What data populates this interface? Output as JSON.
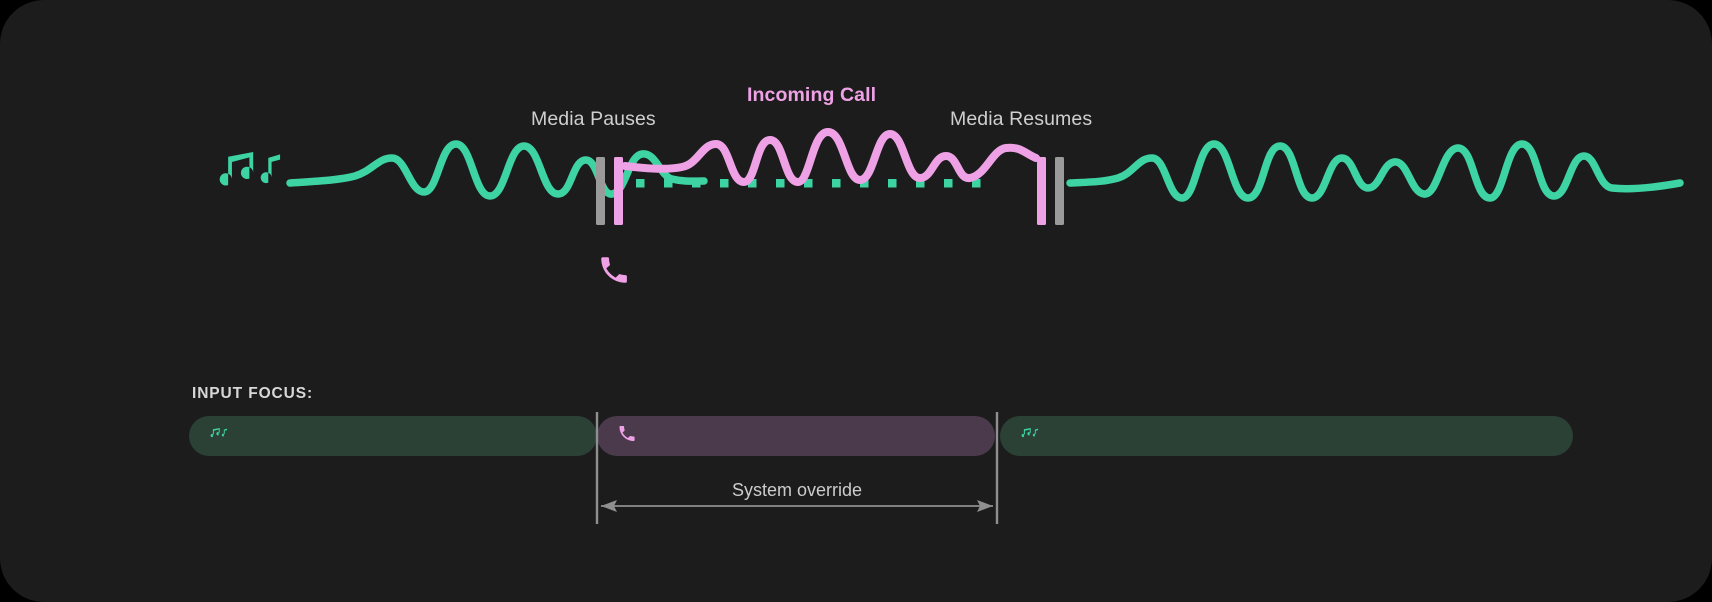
{
  "theme": {
    "background": "#000000",
    "panel": "#1c1c1c",
    "media_accent": "#3ed3a3",
    "call_accent": "#efa1e6",
    "marker_gray": "#9a9a9a",
    "bar_media_bg": "#2b4136",
    "bar_call_bg": "#4a3a4c",
    "label_text": "#cfcfcf"
  },
  "timeline": {
    "labels": {
      "media_pauses": "Media Pauses",
      "incoming_call": "Incoming Call",
      "media_resumes": "Media Resumes"
    },
    "icons": {
      "music": "music-notes-icon",
      "phone": "phone-icon"
    },
    "segments": [
      {
        "name": "media-playing-before",
        "type": "media",
        "state": "playing"
      },
      {
        "name": "media-paused-during-call",
        "type": "media",
        "state": "paused"
      },
      {
        "name": "call-audio",
        "type": "call",
        "state": "active"
      },
      {
        "name": "media-playing-after",
        "type": "media",
        "state": "playing"
      }
    ]
  },
  "input_focus": {
    "heading": "INPUT FOCUS:",
    "bars": [
      {
        "name": "media-focus-left",
        "icon": "music-notes-icon",
        "owner": "media"
      },
      {
        "name": "call-focus",
        "icon": "phone-icon",
        "owner": "call"
      },
      {
        "name": "media-focus-right",
        "icon": "music-notes-icon",
        "owner": "media"
      }
    ],
    "override": {
      "label": "System override"
    }
  }
}
